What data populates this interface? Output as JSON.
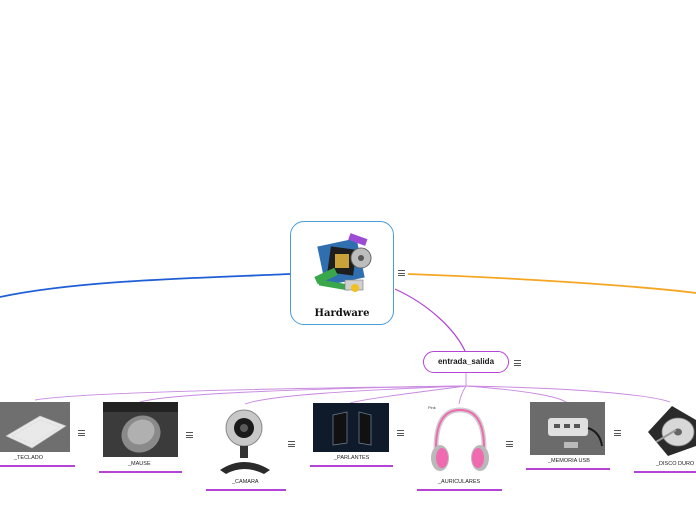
{
  "root": {
    "title": "Hardware",
    "image_icon": "computer-parts-image"
  },
  "hub": {
    "label": "entrada_salida"
  },
  "leaves": [
    {
      "id": "teclado",
      "label": "_TECLADO",
      "icon": "keyboard-image"
    },
    {
      "id": "mause",
      "label": "_MAUSE",
      "icon": "mouse-image"
    },
    {
      "id": "camara",
      "label": "_CAMARA",
      "icon": "webcam-image"
    },
    {
      "id": "parlantes",
      "label": "_PARLANTES",
      "icon": "speakers-image"
    },
    {
      "id": "auriculares",
      "label": "_AURICULARES",
      "icon": "headphones-image",
      "caption": "Pink"
    },
    {
      "id": "memoria",
      "label": "_MEMORIA USB",
      "icon": "usb-hub-image"
    },
    {
      "id": "disco",
      "label": "_DISCO DURO",
      "icon": "hard-drive-image"
    }
  ],
  "colors": {
    "blue_branch": "#1f5fd6",
    "orange_branch": "#f5a623",
    "purple_branch": "#b443d6",
    "root_border": "#4a9ed8"
  },
  "menu_icon": "hamburger-menu-icon"
}
